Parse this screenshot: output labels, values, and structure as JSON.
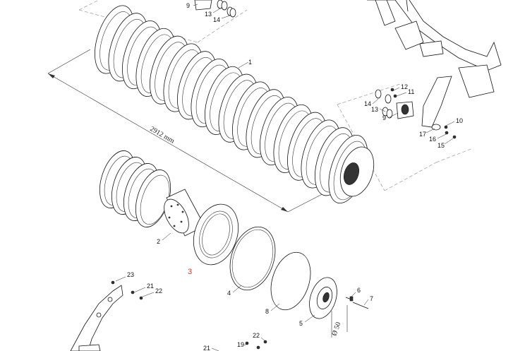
{
  "labels": {
    "l1": "1",
    "l2": "2",
    "l3": "3",
    "l4": "4",
    "l5": "5",
    "l6": "6",
    "l7": "7",
    "l8": "8",
    "l9a": "9",
    "l9b": "9",
    "l10": "10",
    "l11": "11",
    "l12": "12",
    "l13a": "13",
    "l13b": "13",
    "l14a": "14",
    "l14b": "14",
    "l15": "15",
    "l16": "16",
    "l17": "17",
    "l19": "19",
    "l21a": "21",
    "l21b": "21",
    "l22a": "22",
    "l22b": "22",
    "l23": "23"
  },
  "dimensions": {
    "length": "2912 mm",
    "diameter": "Ø 50"
  }
}
